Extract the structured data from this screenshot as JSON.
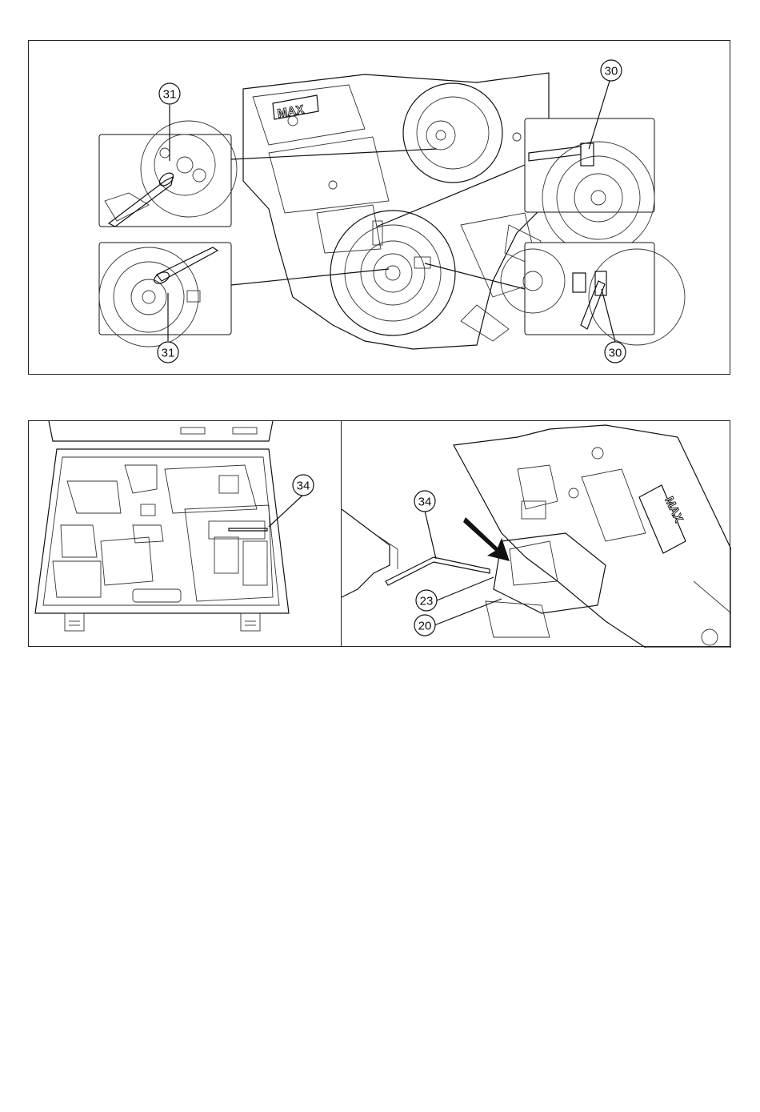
{
  "figures": {
    "top": {
      "logo": "MAX",
      "callouts": [
        "31",
        "30",
        "31",
        "30"
      ]
    },
    "case": {
      "callouts": [
        "34"
      ]
    },
    "tool": {
      "logo": "MAX",
      "callouts": [
        "34",
        "23",
        "20"
      ]
    }
  }
}
